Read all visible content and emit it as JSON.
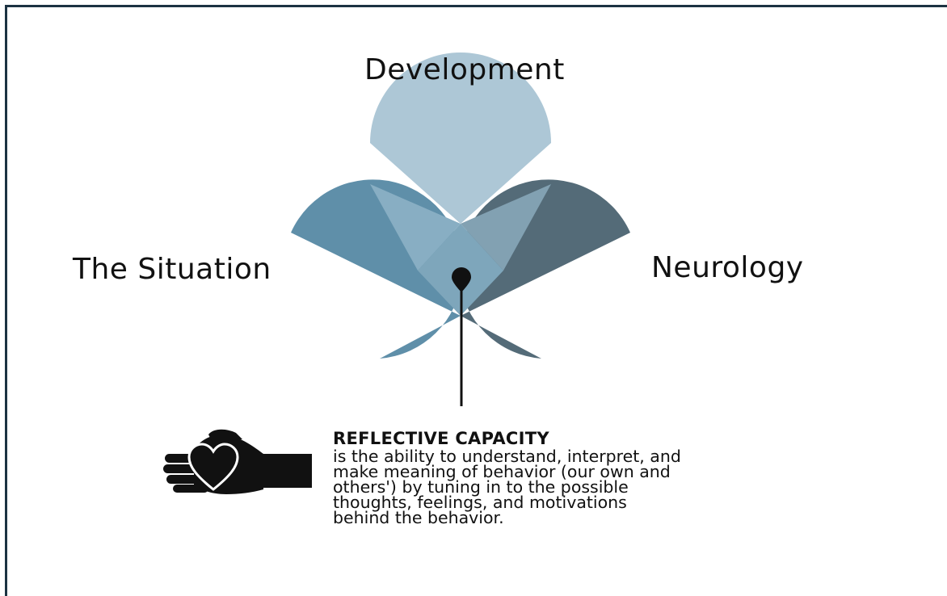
{
  "diagram": {
    "labels": {
      "top": "Development",
      "left": "The Situation",
      "right": "Neurology"
    },
    "colors": {
      "top_petal": "#adc7d6",
      "left_petal": "#5f8fa9",
      "right_petal": "#546b78",
      "center": "#7ea6bb",
      "frame": "#1c3342",
      "pin": "#111111"
    }
  },
  "definition": {
    "title": "REFLECTIVE CAPACITY",
    "lines": [
      "is the ability to understand, interpret, and",
      "make meaning of behavior (our own and",
      "others') by tuning in to the possible",
      "thoughts, feelings, and motivations",
      "behind the behavior."
    ],
    "icon": "hand-holding-heart-icon"
  }
}
